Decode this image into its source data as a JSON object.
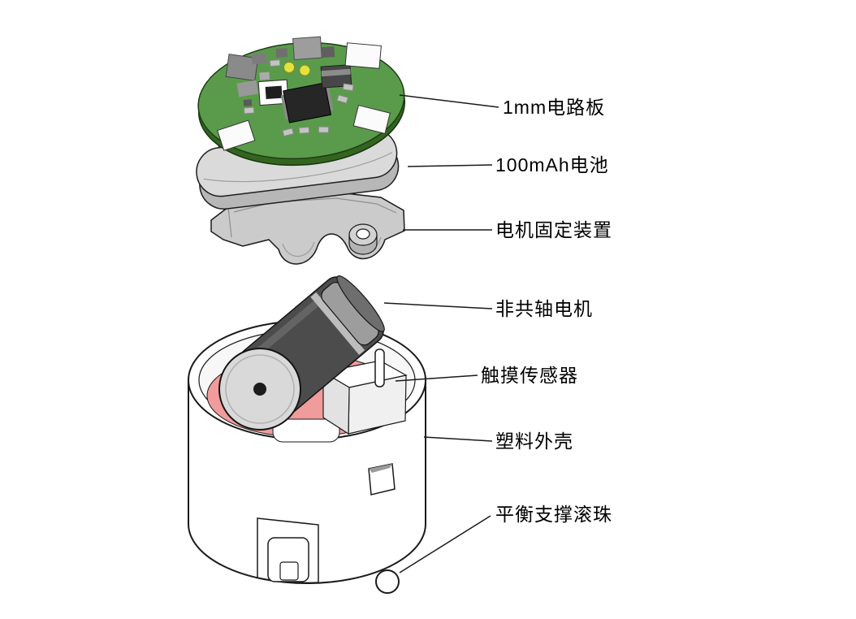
{
  "diagram": {
    "type": "exploded-view",
    "background": "#ffffff",
    "labels": [
      {
        "id": "circuit-board",
        "text": "1mm电路板"
      },
      {
        "id": "battery",
        "text": "100mAh电池"
      },
      {
        "id": "motor-mount",
        "text": "电机固定装置"
      },
      {
        "id": "motor",
        "text": "非共轴电机"
      },
      {
        "id": "touch-sensor",
        "text": "触摸传感器"
      },
      {
        "id": "plastic-shell",
        "text": "塑料外壳"
      },
      {
        "id": "balance-ball",
        "text": "平衡支撑滚珠"
      }
    ],
    "colors": {
      "pcb_top": "#5a9b4b",
      "pcb_edge": "#33651f",
      "battery_top": "#dadada",
      "battery_side": "#b7b7b7",
      "mount_gray": "#cbcbcb",
      "motor_body": "#4c4c4c",
      "motor_cap": "#d9d9d9",
      "sensor_pink": "#f19c9c",
      "shell_white": "#ffffff",
      "outline": "#1a1a1a",
      "led_yellow": "#e3e33e"
    }
  }
}
